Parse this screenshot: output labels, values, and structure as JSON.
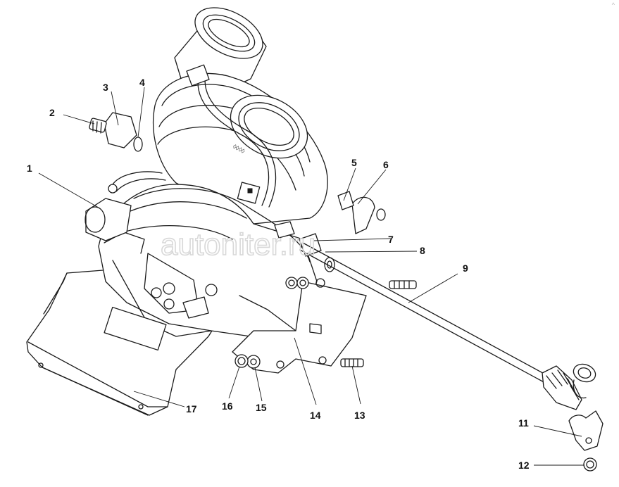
{
  "diagram": {
    "watermark": "autoniter.ru",
    "corner_mark": "^",
    "callouts": [
      {
        "id": "c1",
        "label": "1"
      },
      {
        "id": "c2",
        "label": "2"
      },
      {
        "id": "c3",
        "label": "3"
      },
      {
        "id": "c4",
        "label": "4"
      },
      {
        "id": "c5",
        "label": "5"
      },
      {
        "id": "c6",
        "label": "6"
      },
      {
        "id": "c7",
        "label": "7"
      },
      {
        "id": "c8",
        "label": "8"
      },
      {
        "id": "c9",
        "label": "9"
      },
      {
        "id": "c11",
        "label": "11"
      },
      {
        "id": "c12",
        "label": "12"
      },
      {
        "id": "c13",
        "label": "13"
      },
      {
        "id": "c14",
        "label": "14"
      },
      {
        "id": "c15",
        "label": "15"
      },
      {
        "id": "c16",
        "label": "16"
      },
      {
        "id": "c17",
        "label": "17"
      }
    ]
  }
}
